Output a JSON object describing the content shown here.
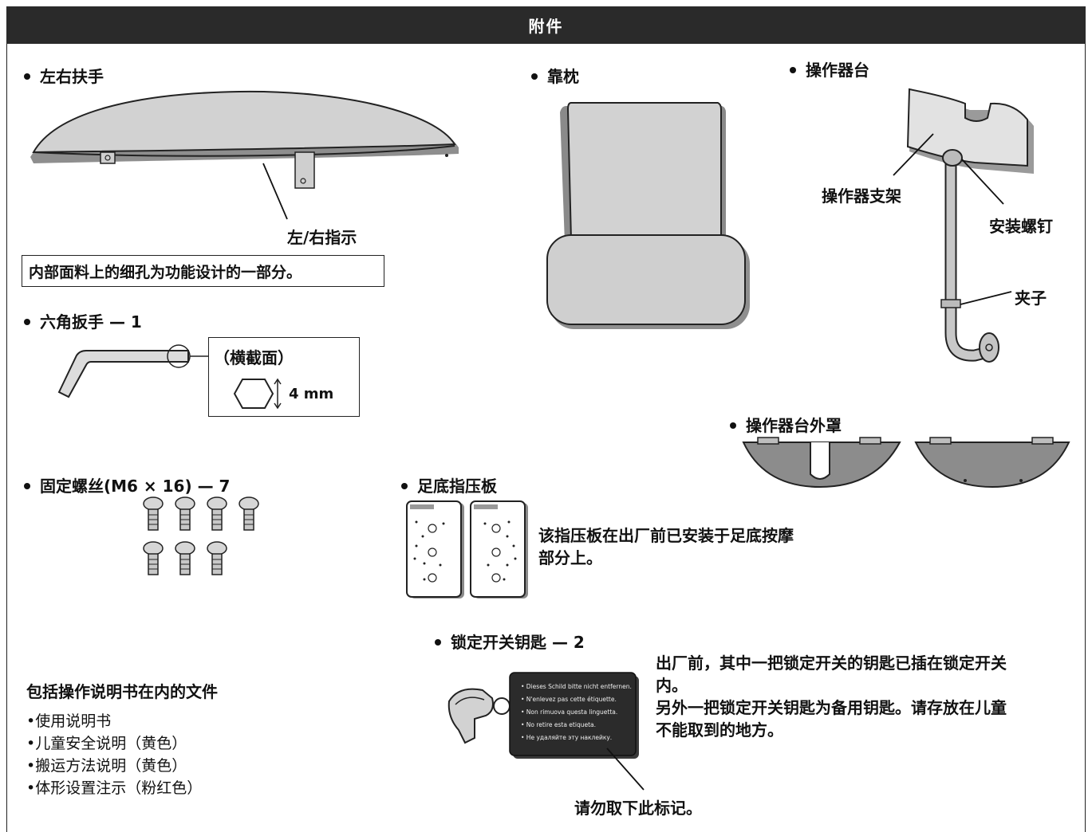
{
  "header": {
    "title": "附件"
  },
  "items": {
    "armrest": {
      "label": "左右扶手",
      "indicator_callout": "左/右指示",
      "note": "内部面料上的细孔为功能设计的一部分。"
    },
    "pillow": {
      "label": "靠枕"
    },
    "controller_stand": {
      "label": "操作器台",
      "callouts": {
        "bracket": "操作器支架",
        "screw": "安装螺钉",
        "clip": "夹子"
      }
    },
    "hex_wrench": {
      "label": "六角扳手 — 1",
      "cross_section_title": "（横截面）",
      "size": "4 mm"
    },
    "stand_cover": {
      "label": "操作器台外罩"
    },
    "fixing_screws": {
      "label": "固定螺丝(M6 × 16) — 7"
    },
    "foot_plate": {
      "label": "足底指压板",
      "description": [
        "该指压板在出厂前已安装于足底按摩",
        "部分上。"
      ]
    },
    "lock_key": {
      "label": "锁定开关钥匙 — 2",
      "description": [
        "出厂前，其中一把锁定开关的钥匙已插在锁定开关",
        "内。",
        "另外一把锁定开关钥匙为备用钥匙。请存放在儿童",
        "不能取到的地方。"
      ],
      "tag_lines": [
        "• Dieses Schild bitte nicht entfernen.",
        "• N'enlevez pas cette étiquette.",
        "• Non rimuova questa linguetta.",
        "• No retire esta etiqueta.",
        "• Не удаляйте эту наклейку."
      ],
      "tag_callout": "请勿取下此标记。"
    }
  },
  "documents": {
    "heading": "包括操作说明书在内的文件",
    "items": [
      "•使用说明书",
      "•儿童安全说明（黄色）",
      "•搬运方法说明（黄色）",
      "•体形设置注示（粉红色）"
    ]
  },
  "colors": {
    "header_bg": "#2a2a2a",
    "part_fill": "#d4d4d4",
    "part_shadow": "#9a9a9a"
  }
}
